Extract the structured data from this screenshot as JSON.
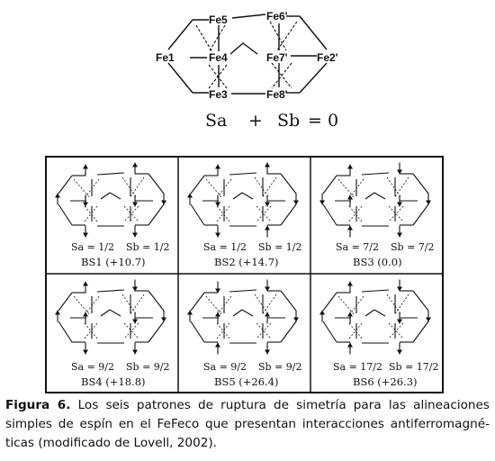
{
  "top_diagram": {
    "atoms": {
      "fe5": "Fe5",
      "fe6p": "Fe6'",
      "fe1": "Fe1",
      "fe4": "Fe4",
      "fe7p": "Fe7'",
      "fe2p": "Fe2'",
      "fe3": "Fe3",
      "fe8p": "Fe8'"
    },
    "equation": {
      "sa": "Sa",
      "plus": "+",
      "sb": "Sb",
      "eq": "= 0"
    }
  },
  "patterns": [
    {
      "sa": "Sa = 1/2",
      "sb": "Sb = 1/2",
      "label": "BS1 (+10.7)"
    },
    {
      "sa": "Sa = 1/2",
      "sb": "Sb = 1/2",
      "label": "BS2 (+14.7)"
    },
    {
      "sa": "Sa = 7/2",
      "sb": "Sb = 7/2",
      "label": "BS3 (0.0)"
    },
    {
      "sa": "Sa = 9/2",
      "sb": "Sb = 9/2",
      "label": "BS4 (+18.8)"
    },
    {
      "sa": "Sa = 9/2",
      "sb": "Sb = 9/2",
      "label": "BS5 (+26.4)"
    },
    {
      "sa": "Sa = 17/2",
      "sb": "Sb = 17/2",
      "label": "BS6 (+26.3)"
    }
  ],
  "caption": {
    "label": "Figura 6.",
    "text": "Los seis patrones de ruptura de simetría para las alineaciones simples de espín en el FeFeco que presentan interacciones antiferromagné-ticas (modificado de Lovell, 2002)."
  }
}
